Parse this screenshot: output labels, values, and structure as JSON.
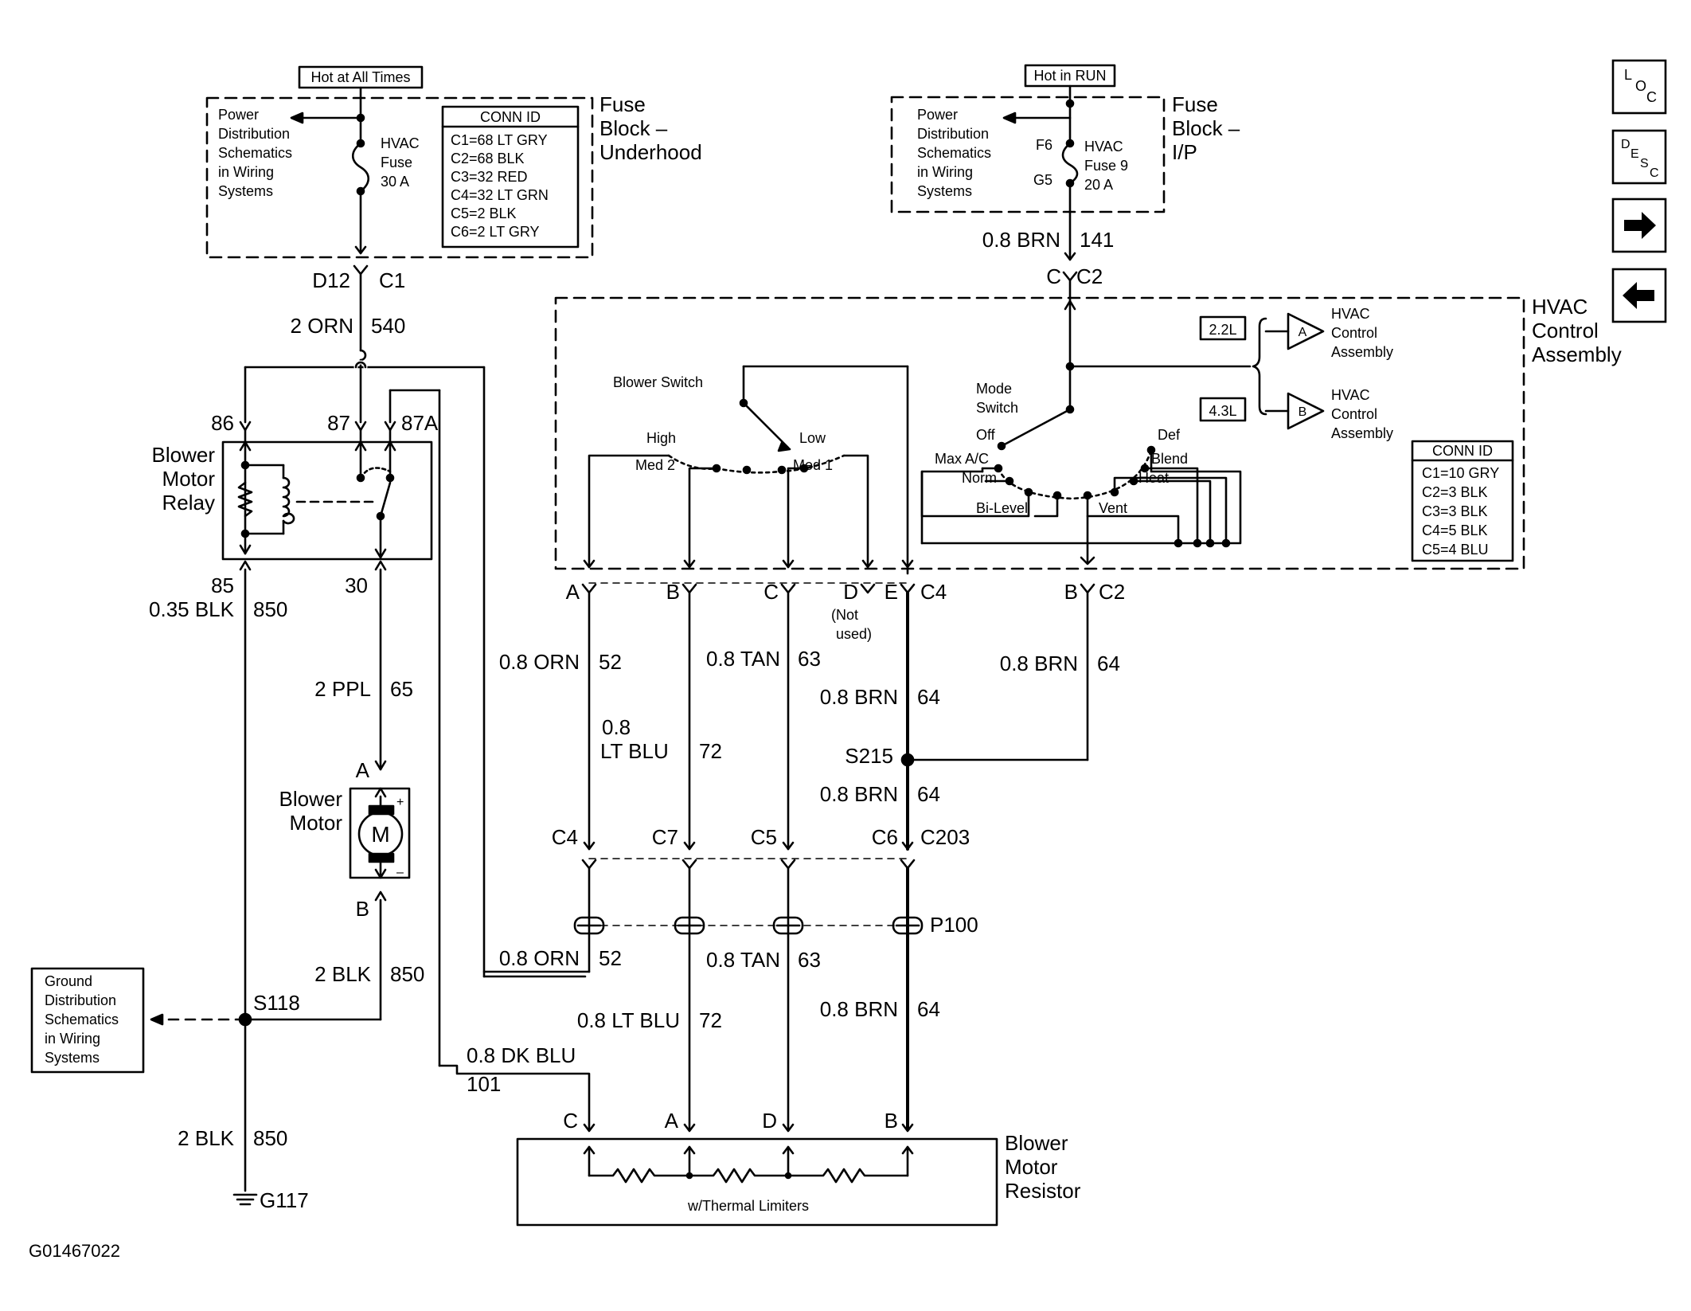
{
  "fuse_block_underhood": {
    "header": "Hot at All Times",
    "title_l1": "Fuse",
    "title_l2": "Block –",
    "title_l3": "Underhood",
    "ref_l1": "Power",
    "ref_l2": "Distribution",
    "ref_l3": "Schematics",
    "ref_l4": "in Wiring",
    "ref_l5": "Systems",
    "fuse_l1": "HVAC",
    "fuse_l2": "Fuse",
    "fuse_l3": "30 A",
    "conn_title": "CONN ID",
    "conn": [
      "C1=68 LT GRY",
      "C2=68 BLK",
      "C3=32 RED",
      "C4=32 LT GRN",
      "C5=2 BLK",
      "C6=2 LT GRY"
    ],
    "pin": "D12",
    "conn_label": "C1"
  },
  "fuse_block_ip": {
    "header": "Hot in RUN",
    "title_l1": "Fuse",
    "title_l2": "Block –",
    "title_l3": "I/P",
    "ref_l1": "Power",
    "ref_l2": "Distribution",
    "ref_l3": "Schematics",
    "ref_l4": "in Wiring",
    "ref_l5": "Systems",
    "pin_in": "F6",
    "pin_out": "G5",
    "fuse_l1": "HVAC",
    "fuse_l2": "Fuse 9",
    "fuse_l3": "20 A",
    "pin": "C",
    "conn_label": "C2"
  },
  "wires": {
    "w540_gauge": "2 ORN",
    "w540_circuit": "540",
    "w141_gauge": "0.8 BRN",
    "w141_circuit": "141",
    "w850a_gauge": "0.35 BLK",
    "w850a_circuit": "850",
    "w65_gauge": "2 PPL",
    "w65_circuit": "65",
    "w850b_gauge": "2 BLK",
    "w850b_circuit": "850",
    "w850c_gauge": "2 BLK",
    "w850c_circuit": "850",
    "w52a_gauge": "0.8 ORN",
    "w52a_circuit": "52",
    "w72a_gauge_l1": "0.8",
    "w72a_gauge_l2": "LT BLU",
    "w72a_circuit": "72",
    "w63a_gauge": "0.8 TAN",
    "w63a_circuit": "63",
    "w64a_gauge": "0.8 BRN",
    "w64a_circuit": "64",
    "w64b_gauge": "0.8 BRN",
    "w64b_circuit": "64",
    "w64c_gauge": "0.8 BRN",
    "w64c_circuit": "64",
    "w52b_gauge": "0.8 ORN",
    "w52b_circuit": "52",
    "w63b_gauge": "0.8 TAN",
    "w63b_circuit": "63",
    "w72b_gauge": "0.8 LT BLU",
    "w72b_circuit": "72",
    "w64d_gauge": "0.8 BRN",
    "w64d_circuit": "64",
    "w101_gauge": "0.8 DK BLU",
    "w101_circuit": "101"
  },
  "relay": {
    "title_l1": "Blower",
    "title_l2": "Motor",
    "title_l3": "Relay",
    "pin86": "86",
    "pin87": "87",
    "pin87a": "87A",
    "pin85": "85",
    "pin30": "30"
  },
  "blower_motor": {
    "title_l1": "Blower",
    "title_l2": "Motor",
    "pin_a": "A",
    "pin_b": "B",
    "symbol": "M",
    "plus": "+",
    "minus": "–"
  },
  "ground": {
    "ref_l1": "Ground",
    "ref_l2": "Distribution",
    "ref_l3": "Schematics",
    "ref_l4": "in Wiring",
    "ref_l5": "Systems",
    "splice": "S118",
    "ground_id": "G117"
  },
  "hvac": {
    "title_l1": "HVAC",
    "title_l2": "Control",
    "title_l3": "Assembly",
    "blower_switch": "Blower Switch",
    "high": "High",
    "low": "Low",
    "med2": "Med 2",
    "med1": "Med 1",
    "mode_switch_l1": "Mode",
    "mode_switch_l2": "Switch",
    "off": "Off",
    "def": "Def",
    "max_ac": "Max A/C",
    "blend": "Blend",
    "norm": "Norm",
    "heat": "Heat",
    "bilevel": "Bi-Level",
    "vent": "Vent",
    "engine_a": "2.2L",
    "engine_b": "4.3L",
    "ref_a": "A",
    "ref_b": "B",
    "ref_a_l1": "HVAC",
    "ref_a_l2": "Control",
    "ref_a_l3": "Assembly",
    "ref_b_l1": "HVAC",
    "ref_b_l2": "Control",
    "ref_b_l3": "Assembly",
    "conn_title": "CONN ID",
    "conn": [
      "C1=10 GRY",
      "C2=3 BLK",
      "C3=3 BLK",
      "C4=5 BLK",
      "C5=4 BLU"
    ],
    "c4_pins": [
      "A",
      "B",
      "C",
      "D",
      "E"
    ],
    "c4_label": "C4",
    "not_used_l1": "(Not",
    "not_used_l2": "used)",
    "c2_pin": "B",
    "c2_label": "C2"
  },
  "splice_s215": "S215",
  "c203": {
    "pins": [
      "C4",
      "C7",
      "C5",
      "C6"
    ],
    "label": "C203"
  },
  "p100": "P100",
  "resistor": {
    "title_l1": "Blower",
    "title_l2": "Motor",
    "title_l3": "Resistor",
    "pins": [
      "C",
      "A",
      "D",
      "B"
    ],
    "note": "w/Thermal Limiters"
  },
  "figure_id": "G01467022",
  "nav": {
    "loc_l": "L",
    "loc_o": "O",
    "loc_c": "C",
    "desc_d": "D",
    "desc_e": "E",
    "desc_s": "S",
    "desc_c": "C"
  }
}
